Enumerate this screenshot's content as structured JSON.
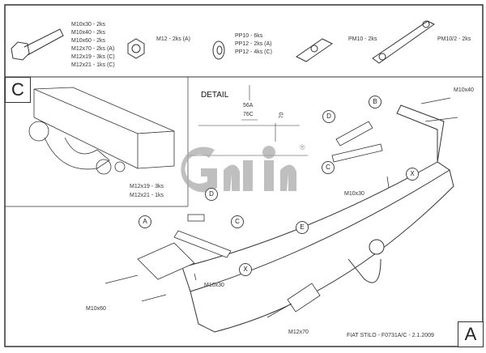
{
  "parts": {
    "bolts": [
      "M10x30 - 2ks",
      "M10x40 - 2ks",
      "M10x60 - 2ks",
      "M12x70 - 2ks (A)",
      "M12x19 - 3ks (C)",
      "M12x21 - 1ks (C)"
    ],
    "nut": "M12 - 2ks (A)",
    "washers": [
      "PP10 - 6ks",
      "PP12 - 2ks (A)",
      "PP12 - 4ks (C)"
    ],
    "plate": "PM10 - 2ks",
    "long_plate": "PM10/2 - 2ks"
  },
  "panel_c": {
    "letter": "C",
    "bolt_lines": [
      "M12x19 - 3ks",
      "M12x21 - 1ks"
    ]
  },
  "detail": {
    "title": "DETAIL",
    "dim_a": "56A",
    "dim_c": "76C",
    "dim_v": "70"
  },
  "logo": {
    "text": "Galia",
    "mark": "®"
  },
  "callouts": {
    "D1": "D",
    "B": "B",
    "C1": "C",
    "X1": "X",
    "D2": "D",
    "C2": "C",
    "A": "A",
    "E": "E",
    "X2": "X"
  },
  "bolt_labels": {
    "m10x40": "M10x40",
    "m10x30_top": "M10x30",
    "m10x30_bottom": "M10x30",
    "m10x60": "M10x60",
    "m12x70": "M12x70"
  },
  "footer": {
    "caption": "FIAT STILO - F0731A/C - 2.1.2009",
    "letter": "A"
  }
}
